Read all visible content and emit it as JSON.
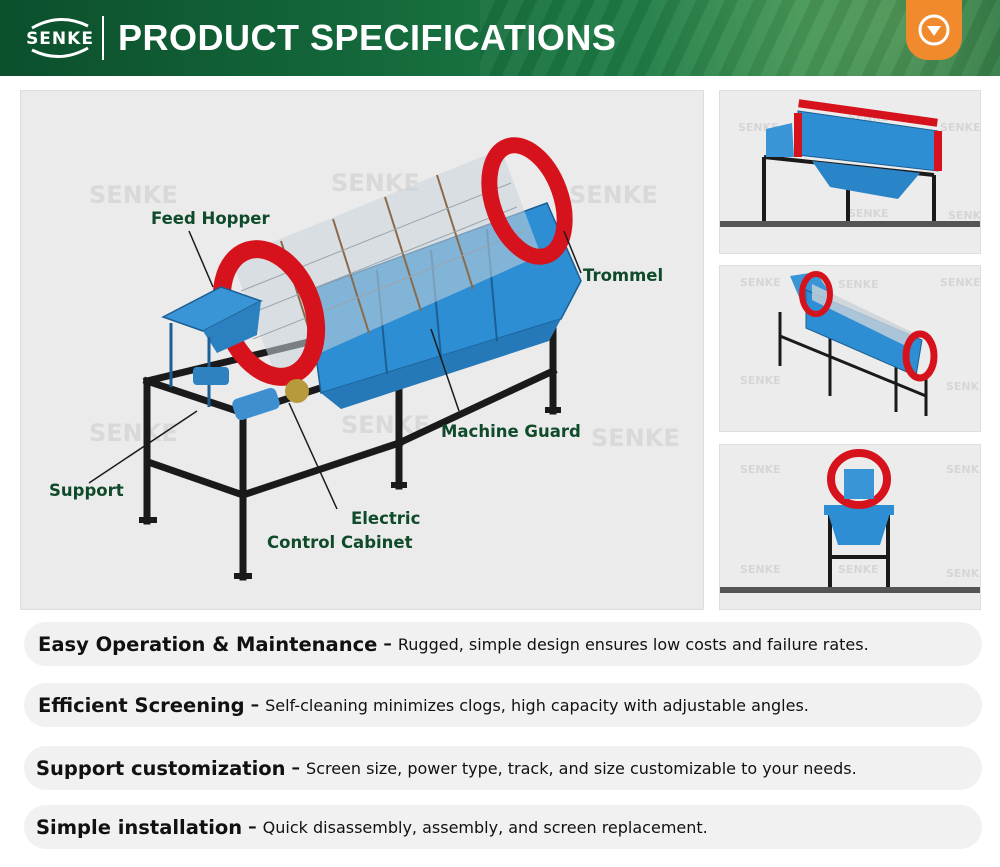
{
  "header": {
    "logo_text": "SENKE",
    "title": "PRODUCT SPECIFICATIONS"
  },
  "watermark_text": "SENKE",
  "diagram": {
    "labels": {
      "feed_hopper": "Feed Hopper",
      "trommel": "Trommel",
      "machine_guard": "Machine Guard",
      "support": "Support",
      "electric_control_line1": "Electric",
      "electric_control_line2": "Control Cabinet"
    }
  },
  "features": [
    {
      "title": "Easy Operation & Maintenance",
      "dash": "–",
      "desc": "Rugged, simple design ensures low costs and failure rates."
    },
    {
      "title": "Efficient Screening",
      "dash": "–",
      "desc": "Self-cleaning minimizes clogs, high capacity with adjustable angles."
    },
    {
      "title": "Support customization",
      "dash": "–",
      "desc": "Screen size, power type, track, and size customizable to your needs."
    },
    {
      "title": "Simple installation",
      "dash": "–",
      "desc": "Quick disassembly, assembly, and screen replacement."
    }
  ],
  "colors": {
    "header_green": "#13673a",
    "accent_orange": "#f08a2c",
    "label_green": "#0f4a2a",
    "machine_blue": "#2f8fd4",
    "trommel_red": "#d8141c",
    "frame_black": "#1a1a1a"
  },
  "icons": {
    "badge": "chevron-down-icon"
  }
}
